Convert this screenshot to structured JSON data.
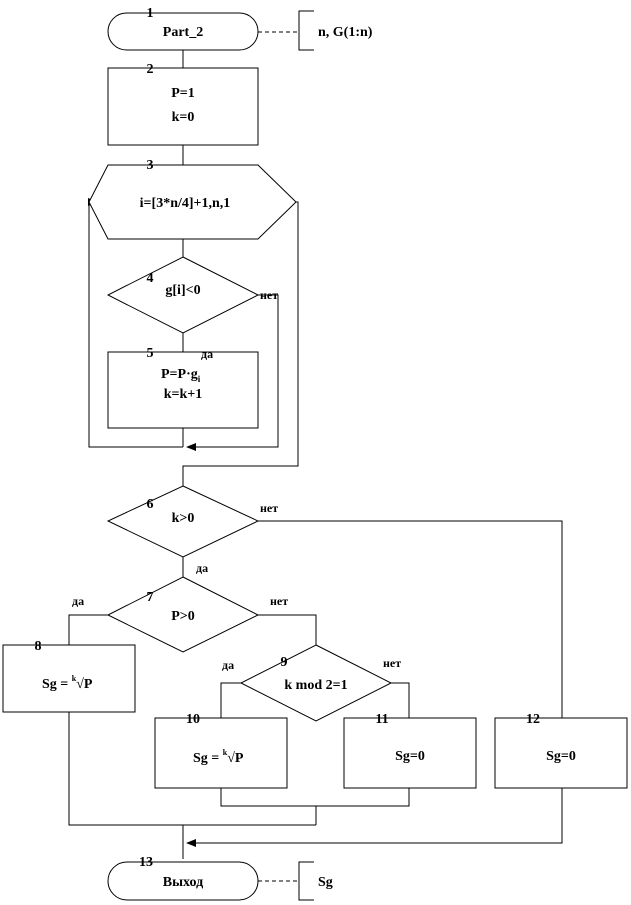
{
  "blocks": {
    "b1": {
      "num": "1",
      "text": "Part_2",
      "comment": "n, G(1:n)"
    },
    "b2": {
      "num": "2",
      "line1": "P=1",
      "line2": "k=0"
    },
    "b3": {
      "num": "3",
      "text": "i=[3*n/4]+1,n,1"
    },
    "b4": {
      "num": "4",
      "text": "g[i]<0"
    },
    "b5": {
      "num": "5",
      "line1_main": "P=P·g",
      "line1_sub": "i",
      "line2": "k=k+1"
    },
    "b6": {
      "num": "6",
      "text": "k>0"
    },
    "b7": {
      "num": "7",
      "text": "P>0"
    },
    "b8": {
      "num": "8",
      "lhs": "Sg = ",
      "root_index": "k",
      "root_symbol": "√",
      "radicand": "P"
    },
    "b9": {
      "num": "9",
      "text": "k mod 2=1"
    },
    "b10": {
      "num": "10",
      "lhs": "Sg = ",
      "root_index": "k",
      "root_symbol": "√",
      "radicand": "P"
    },
    "b11": {
      "num": "11",
      "text": "Sg=0"
    },
    "b12": {
      "num": "12",
      "text": "Sg=0"
    },
    "b13": {
      "num": "13",
      "text": "Выход",
      "comment": "Sg"
    }
  },
  "edge_labels": {
    "no": "нет",
    "yes": "да"
  }
}
